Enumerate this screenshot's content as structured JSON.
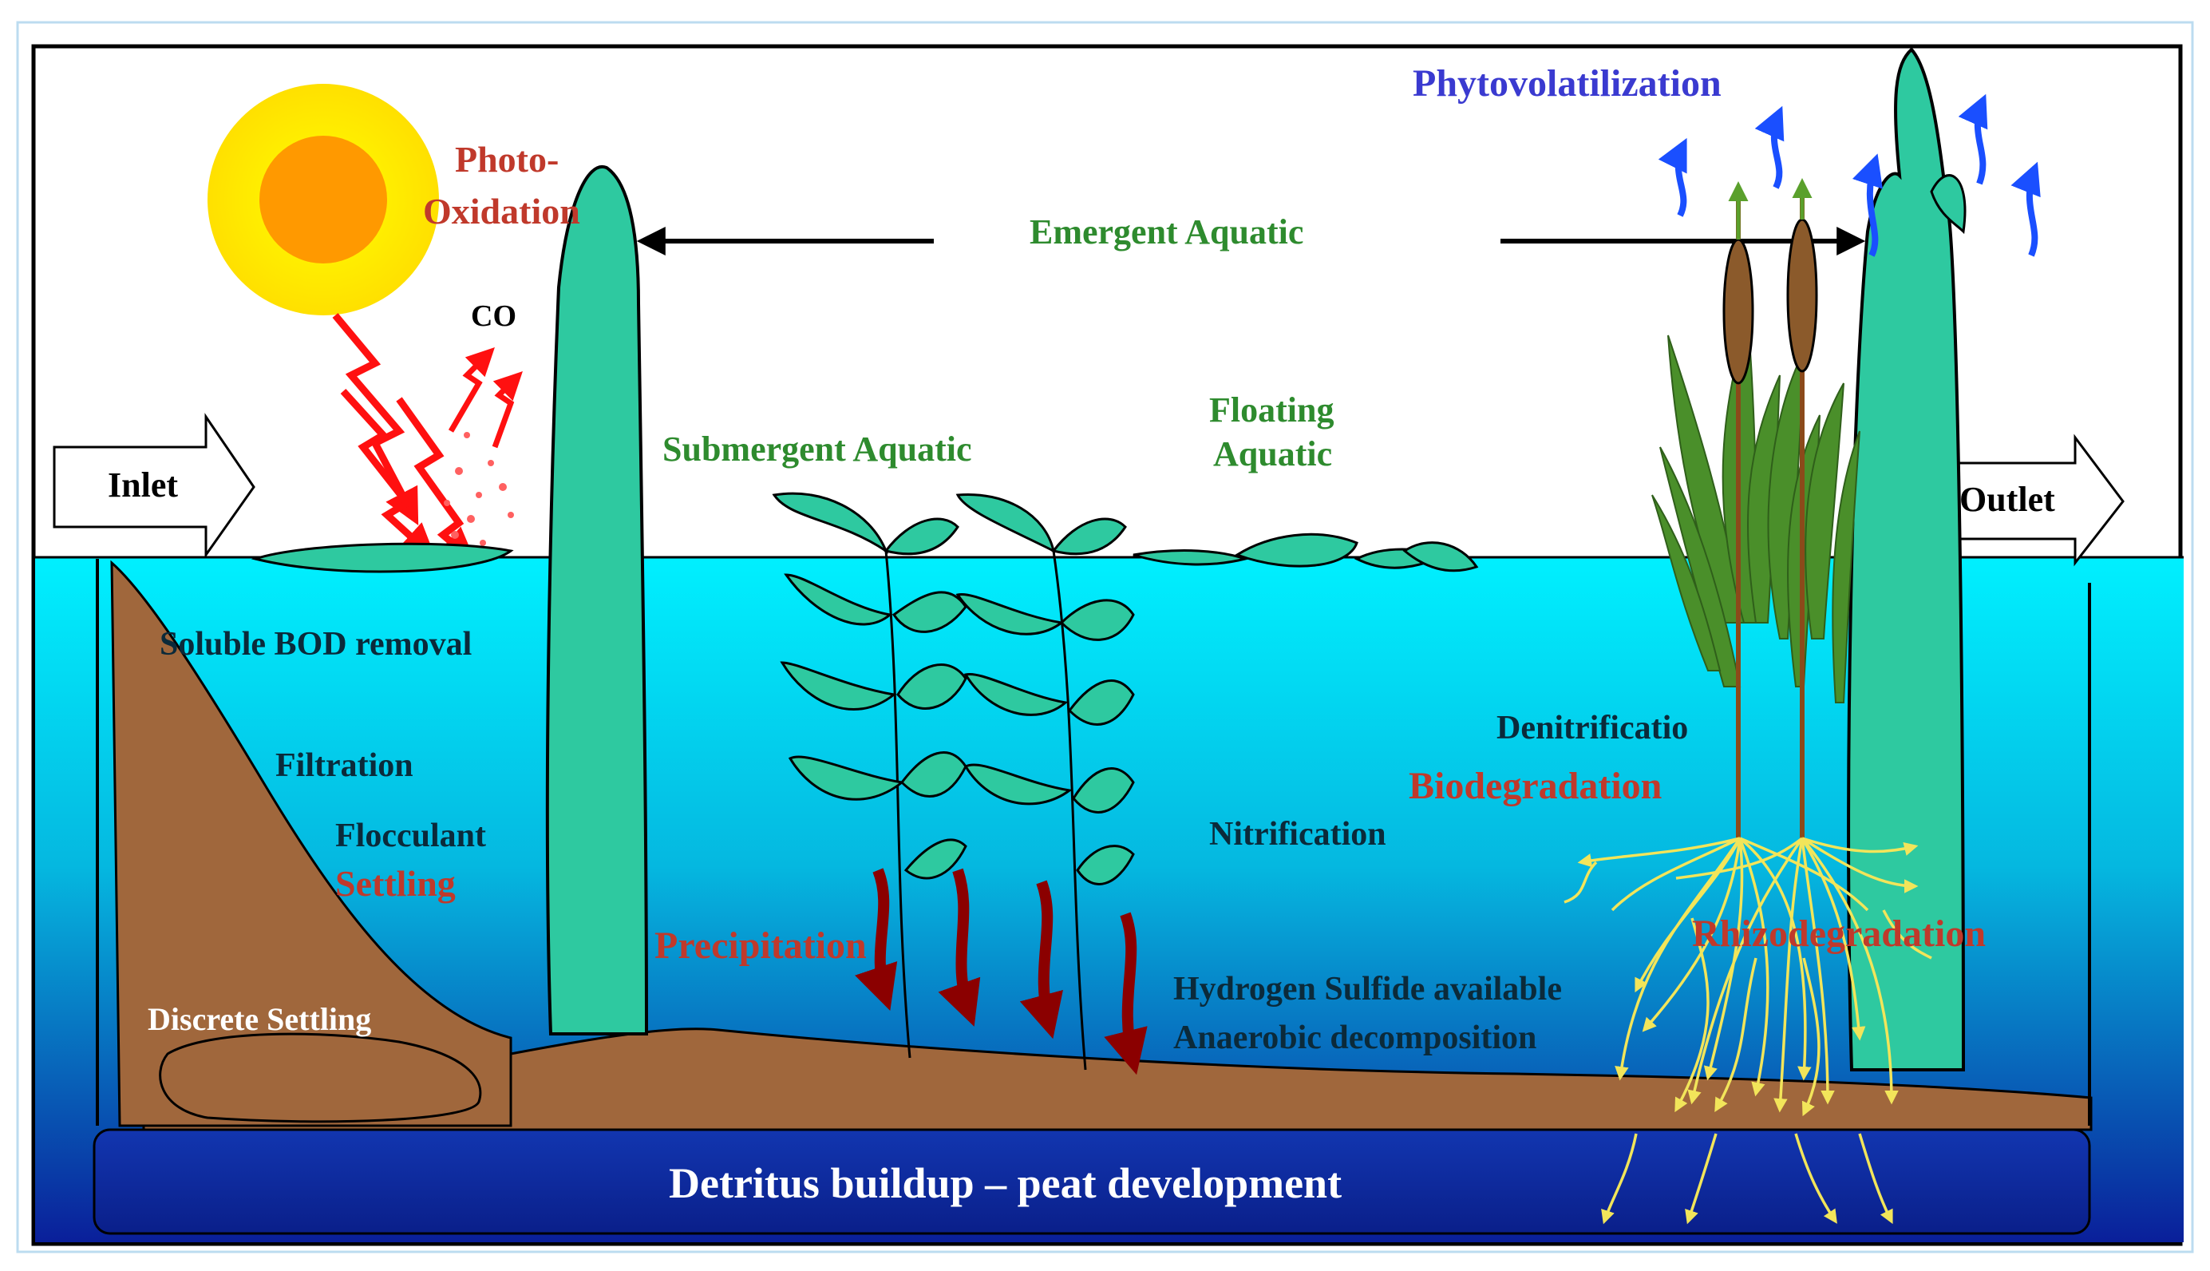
{
  "labels": {
    "inlet": "Inlet",
    "outlet": "Outlet",
    "photo_oxidation_1": "Photo-",
    "photo_oxidation_2": "Oxidation",
    "co": "CO",
    "emergent_aquatic": "Emergent Aquatic",
    "phytovolatilization": "Phytovolatilization",
    "submergent_aquatic": "Submergent Aquatic",
    "floating_aquatic_1": "Floating",
    "floating_aquatic_2": "Aquatic",
    "soluble_bod_removal": "Soluble BOD removal",
    "filtration": "Filtration",
    "flocculant": "Flocculant",
    "settling": "Settling",
    "discrete_settling": "Discrete Settling",
    "precipitation": "Precipitation",
    "nitrification": "Nitrification",
    "denitrification": "Denitrificatio",
    "biodegradation": "Biodegradation",
    "rhizodegradation": "Rhizodegradation",
    "hydrogen_sulfide": "Hydrogen Sulfide available",
    "anaerobic_decomposition": "Anaerobic decomposition",
    "detritus_buildup": "Detritus buildup – peat development"
  },
  "colors": {
    "sky": "#ffffff",
    "water_top": "#00ffff",
    "water_bottom": "#0a1f9a",
    "sediment": "#a0673c",
    "plant_green": "#2ec9a0",
    "label_green": "#2e8b2e",
    "label_red": "#c0392b",
    "label_blue": "#3a3ad0",
    "label_dark": "#0b2a3a",
    "precip_arrow": "#8b0000",
    "sun_outer": "#ffee00",
    "sun_inner": "#ff9900",
    "root_yellow": "#f2e55a",
    "volatile_blue": "#1a4fff"
  }
}
